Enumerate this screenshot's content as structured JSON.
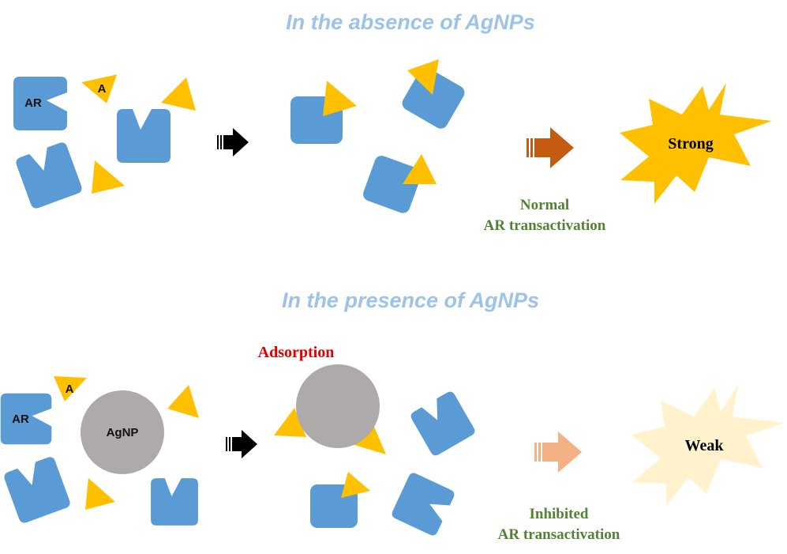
{
  "panels": {
    "absence": {
      "title": "In the absence of AgNPs",
      "receptor_label": "AR",
      "ligand_label": "A",
      "outcome_caption_line1": "Normal",
      "outcome_caption_line2": "AR transactivation",
      "outcome_label": "Strong"
    },
    "presence": {
      "title": "In the presence of AgNPs",
      "receptor_label": "AR",
      "ligand_label": "A",
      "nanoparticle_label": "AgNP",
      "process_label": "Adsorption",
      "outcome_caption_line1": "Inhibited",
      "outcome_caption_line2": "AR transactivation",
      "outcome_label": "Weak"
    }
  },
  "colors": {
    "title": "#9dc3e6",
    "receptor": "#5b9bd5",
    "ligand": "#ffc000",
    "nanoparticle": "#aeaaaa",
    "step_arrow": "#000000",
    "strong_arrow": "#c55a11",
    "weak_arrow": "#f4b183",
    "strong_burst": "#ffc000",
    "weak_burst": "#fff2cc",
    "caption": "#548235",
    "adsorption": "#e00000"
  }
}
